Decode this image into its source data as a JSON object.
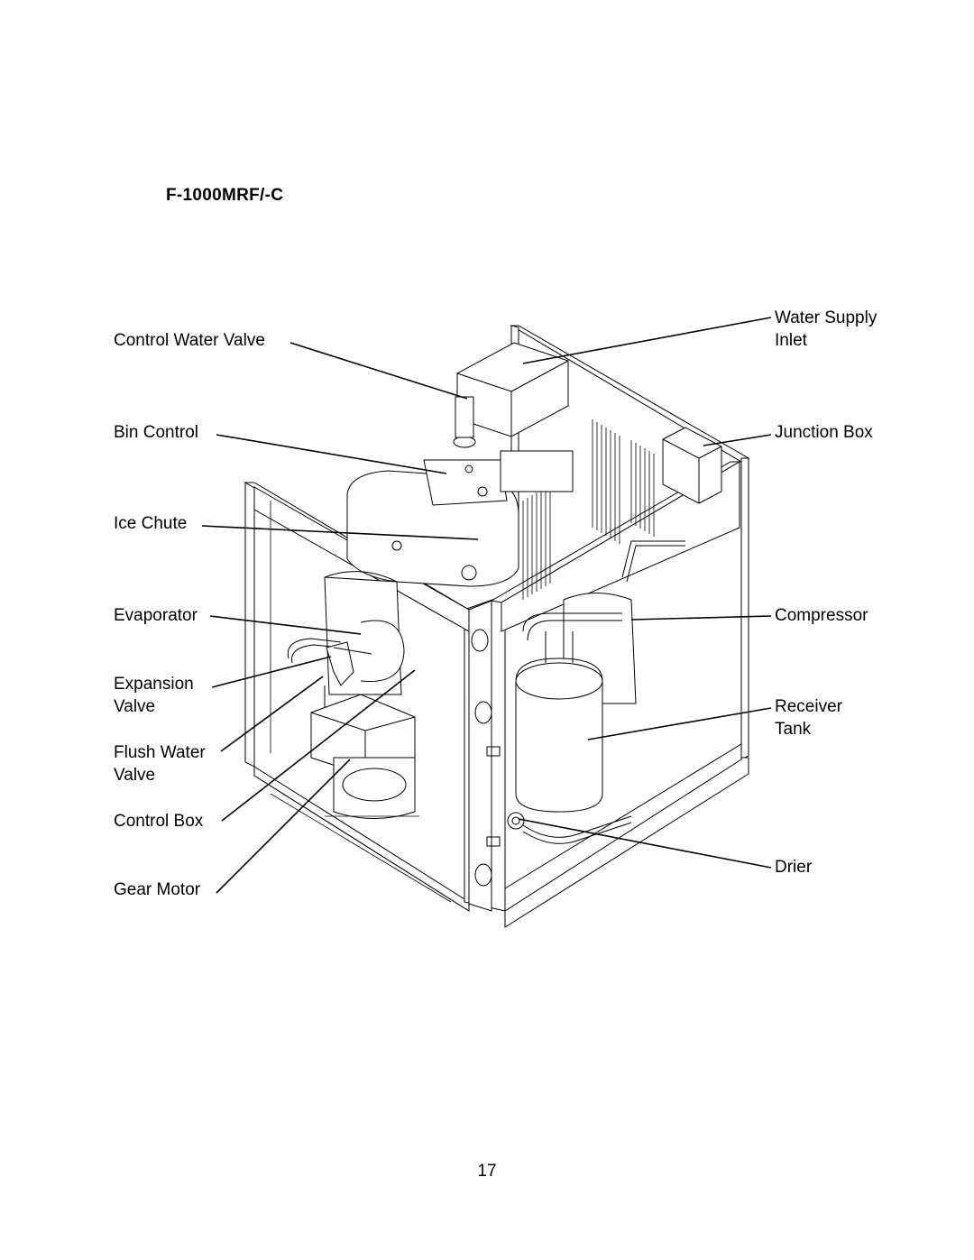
{
  "title": "F-1000MRF/-C",
  "labels": {
    "control_water_valve": "Control Water Valve",
    "bin_control": "Bin Control",
    "ice_chute": "Ice Chute",
    "evaporator": "Evaporator",
    "expansion_valve_1": "Expansion",
    "expansion_valve_2": "Valve",
    "flush_water_valve_1": "Flush Water",
    "flush_water_valve_2": "Valve",
    "control_box": "Control Box",
    "gear_motor": "Gear Motor",
    "water_supply_inlet_1": "Water Supply",
    "water_supply_inlet_2": "Inlet",
    "junction_box": "Junction Box",
    "compressor": "Compressor",
    "receiver_tank_1": "Receiver",
    "receiver_tank_2": "Tank",
    "drier": "Drier"
  },
  "page_number": "17"
}
